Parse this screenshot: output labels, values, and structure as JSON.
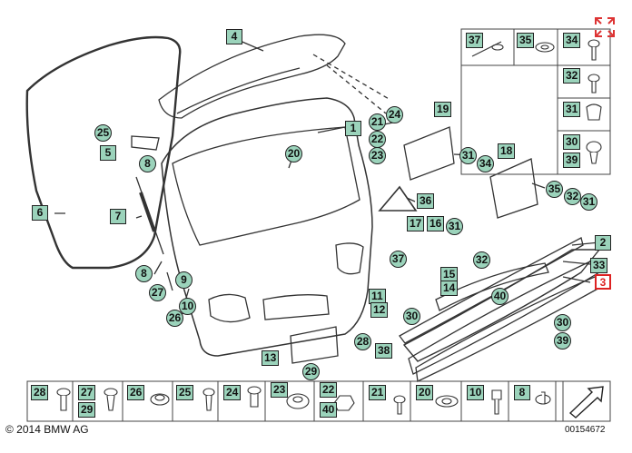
{
  "copyright": "© 2014 BMW AG",
  "diagram_number": "00154672",
  "callouts": [
    "1",
    "2",
    "3",
    "4",
    "5",
    "6",
    "7",
    "8",
    "9",
    "10",
    "11",
    "12",
    "13",
    "14",
    "15",
    "16",
    "17",
    "18",
    "19",
    "20",
    "21",
    "22",
    "23",
    "24",
    "25",
    "26",
    "27",
    "28",
    "29",
    "30",
    "31",
    "32",
    "33",
    "34",
    "35",
    "36",
    "37",
    "38",
    "39",
    "40"
  ],
  "colors": {
    "label_fill": "#9bd3bb",
    "highlight": "#d22222",
    "line": "#333333"
  },
  "icons": [
    "expand-icon",
    "arrow-icon"
  ]
}
